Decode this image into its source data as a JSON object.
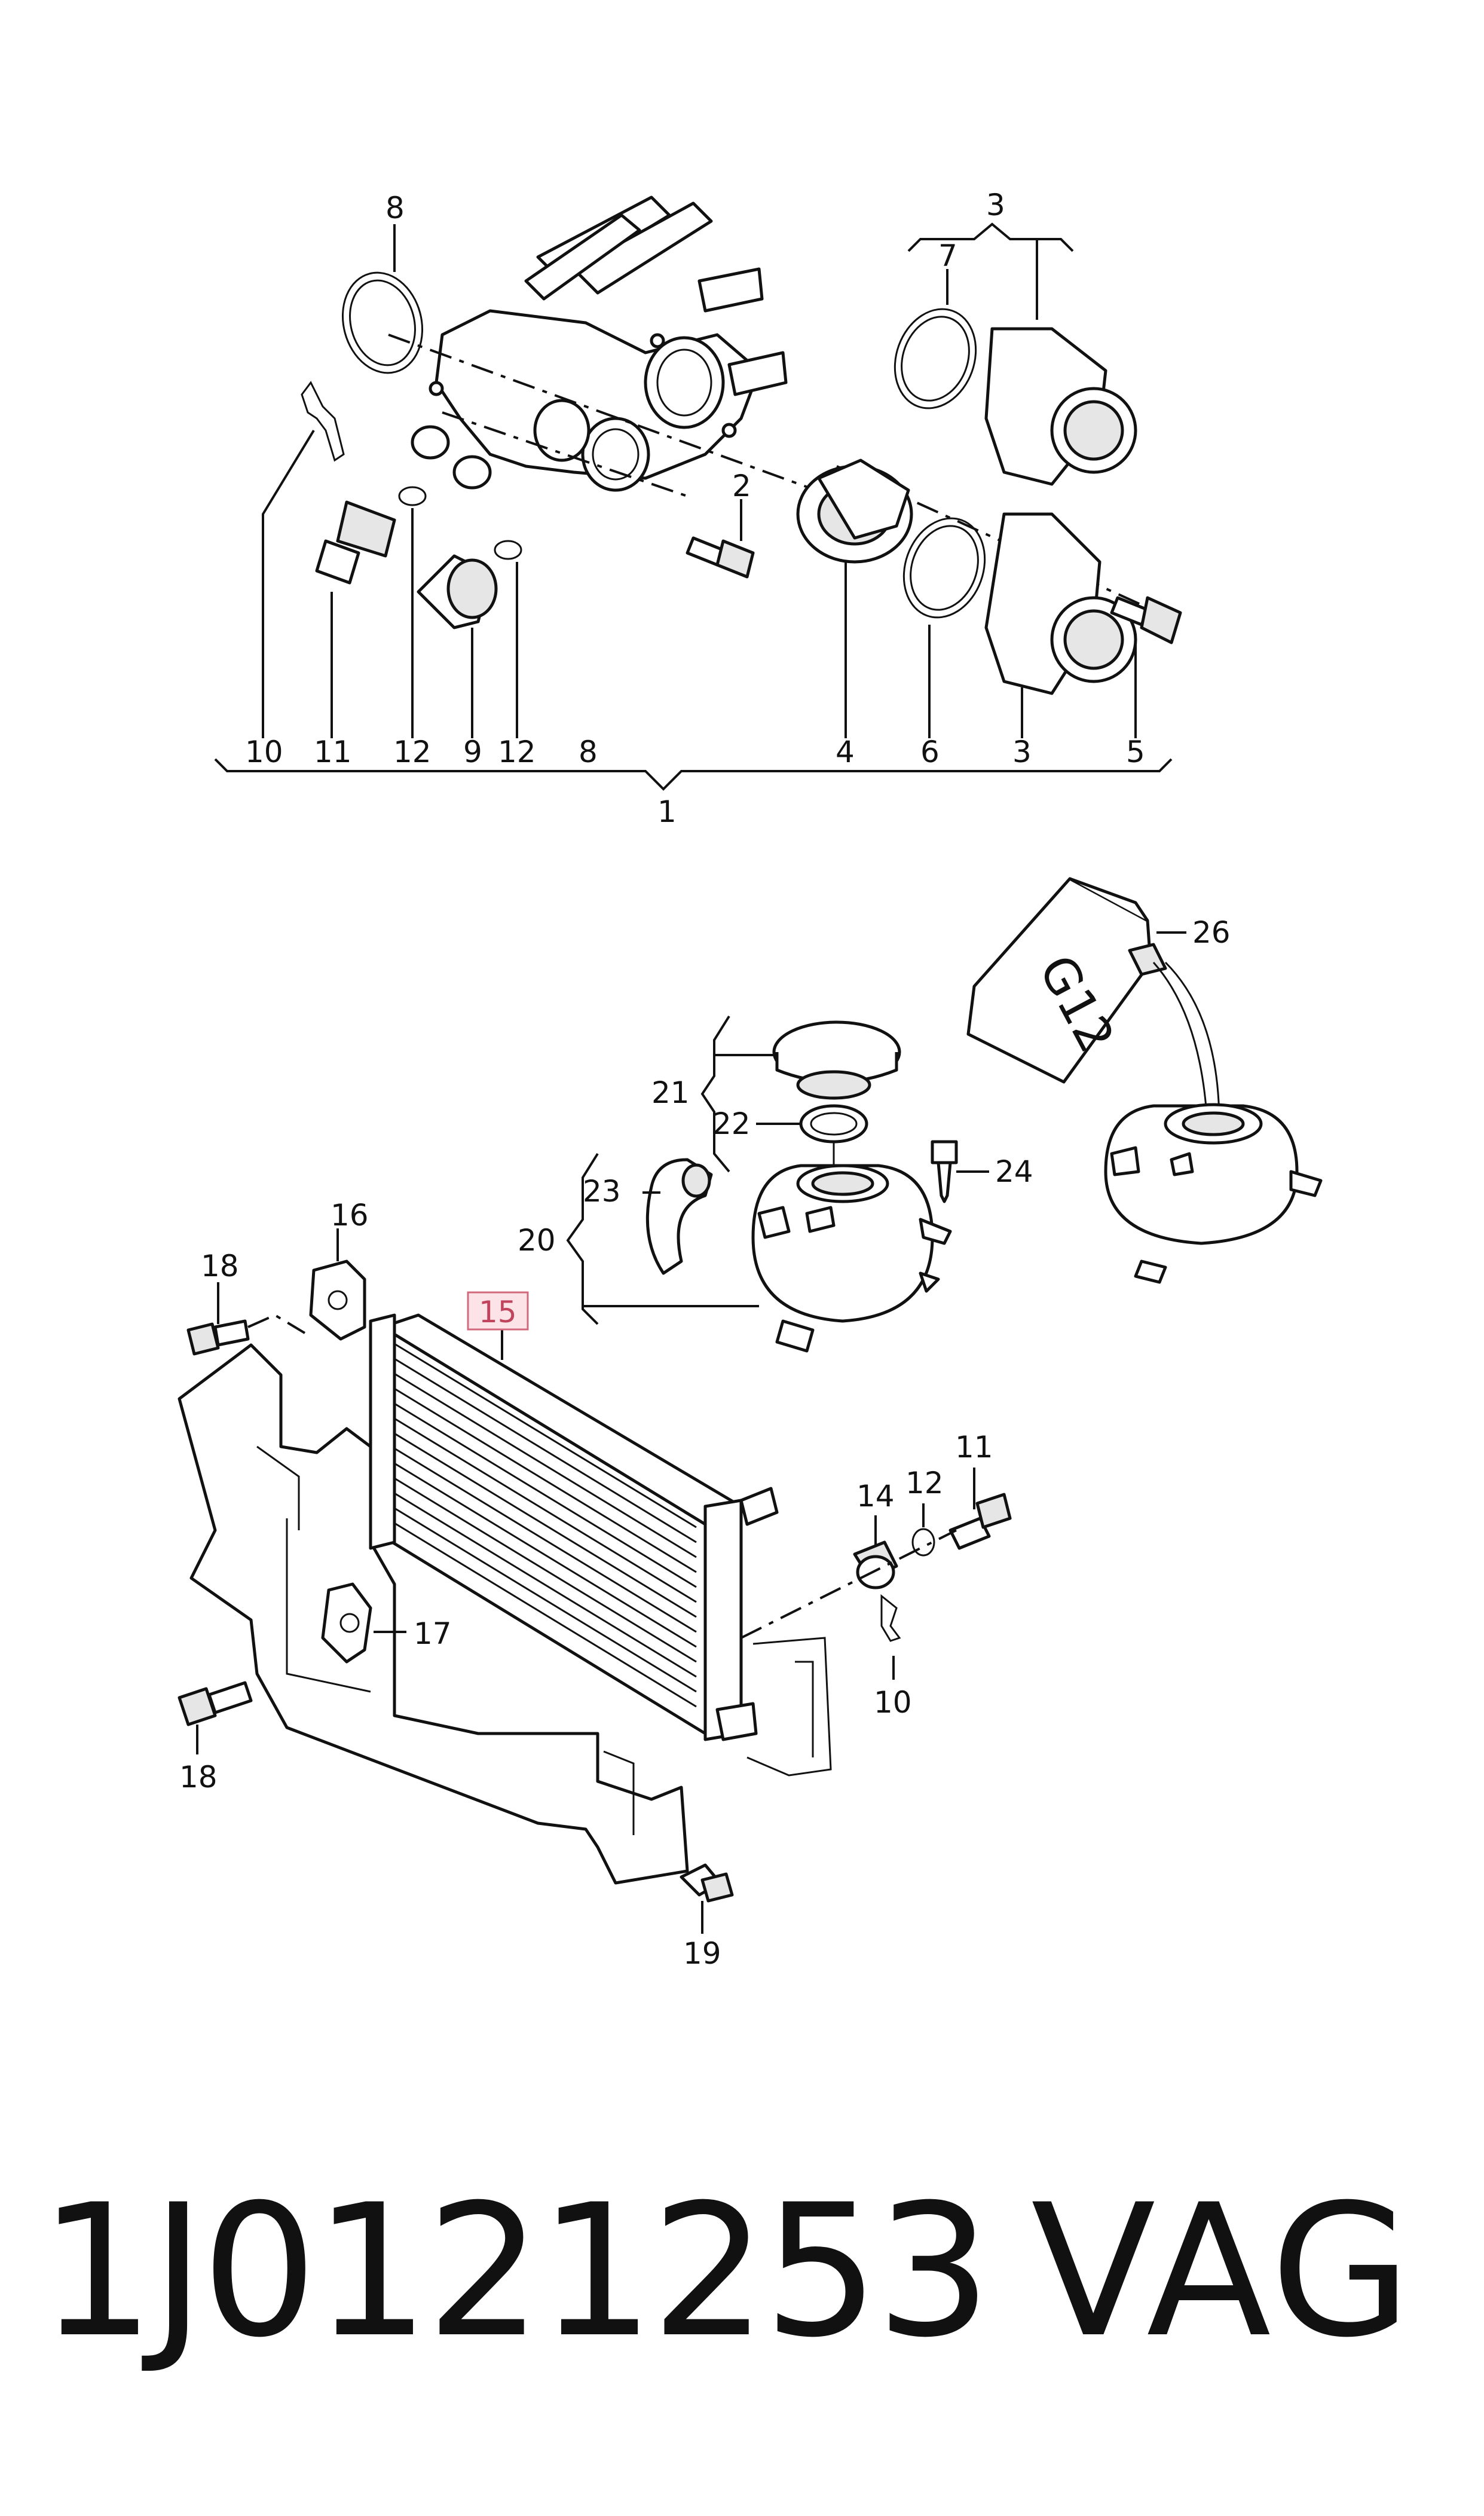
{
  "diagram": {
    "callouts": {
      "c1": "1",
      "c2": "2",
      "c3a": "3",
      "c3b": "3",
      "c4": "4",
      "c5": "5",
      "c6": "6",
      "c7": "7",
      "c8a": "8",
      "c8b": "8",
      "c9": "9",
      "c10a": "10",
      "c11a": "11",
      "c12a": "12",
      "c12b": "12",
      "c10b": "10",
      "c11b": "11",
      "c12c": "12",
      "c14": "14",
      "c15": "15",
      "c16": "16",
      "c17": "17",
      "c18a": "18",
      "c18b": "18",
      "c19": "19",
      "c20": "20",
      "c21": "21",
      "c22": "22",
      "c23": "23",
      "c24": "24",
      "c26": "26"
    },
    "highlighted_callout": "15",
    "canister_label": "G12"
  },
  "footer": {
    "part_number": "1J0121253",
    "brand": "VAG"
  }
}
